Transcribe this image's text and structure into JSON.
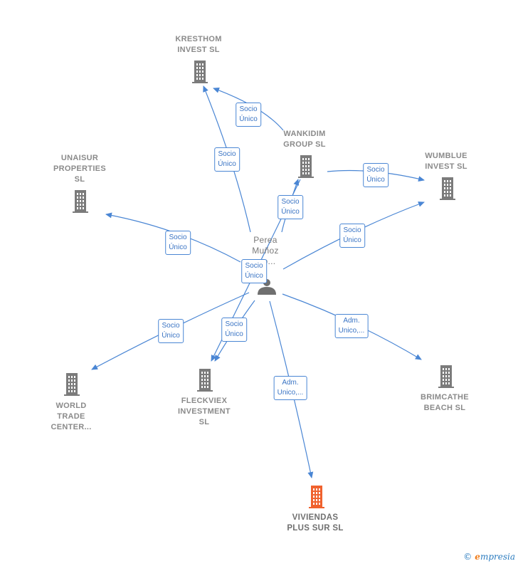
{
  "colors": {
    "edge": "#4a86d4",
    "building": "#7b7b7b",
    "building_main": "#f0622e",
    "person": "#6f6f6f",
    "text": "#8a8a8a"
  },
  "nodes": {
    "kresthom": {
      "lines": [
        "KRESTHOM",
        "INVEST  SL"
      ],
      "icon": "building-icon"
    },
    "wankidim": {
      "lines": [
        "WANKIDIM",
        "GROUP  SL"
      ],
      "icon": "building-icon"
    },
    "wumblue": {
      "lines": [
        "WUMBLUE",
        "INVEST  SL"
      ],
      "icon": "building-icon"
    },
    "unaisur": {
      "lines": [
        "UNAISUR",
        "PROPERTIES",
        "SL"
      ],
      "icon": "building-icon"
    },
    "person": {
      "lines": [
        "Perea",
        "Muñoz",
        "...o..."
      ],
      "icon": "person-icon"
    },
    "world_trade": {
      "lines": [
        "WORLD",
        "TRADE",
        "CENTER..."
      ],
      "icon": "building-icon"
    },
    "fleckviex": {
      "lines": [
        "FLECKVIEX",
        "INVESTMENT",
        "SL"
      ],
      "icon": "building-icon"
    },
    "brimcathe": {
      "lines": [
        "BRIMCATHE",
        "BEACH  SL"
      ],
      "icon": "building-icon"
    },
    "viviendas": {
      "lines": [
        "VIVIENDAS",
        "PLUS SUR  SL"
      ],
      "icon": "building-icon"
    }
  },
  "edge_labels": {
    "wankidim_kresthom": [
      "Socio",
      "Único"
    ],
    "person_kresthom": [
      "Socio",
      "Único"
    ],
    "wankidim_wumblue": [
      "Socio",
      "Único"
    ],
    "person_wankidim": [
      "Socio",
      "Único"
    ],
    "person_unaisur": [
      "Socio",
      "Único"
    ],
    "person_wumblue": [
      "Socio",
      "Único"
    ],
    "wankidim_fleckviex": [
      "Socio",
      "Único"
    ],
    "person_world_trade": [
      "Socio",
      "Único"
    ],
    "person_fleckviex": [
      "Socio",
      "Único"
    ],
    "person_brimcathe": [
      "Adm.",
      "Unico,..."
    ],
    "person_viviendas": [
      "Adm.",
      "Unico,..."
    ]
  },
  "credit": {
    "copyright": "©",
    "brand_initial": "e",
    "brand_rest": "mpresia"
  }
}
